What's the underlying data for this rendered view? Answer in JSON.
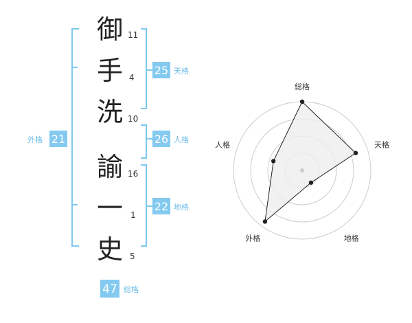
{
  "name": {
    "chars": [
      {
        "char": "御",
        "strokes": "11"
      },
      {
        "char": "手",
        "strokes": "4"
      },
      {
        "char": "洗",
        "strokes": "10"
      },
      {
        "char": "諭",
        "strokes": "16"
      },
      {
        "char": "一",
        "strokes": "1"
      },
      {
        "char": "史",
        "strokes": "5"
      }
    ]
  },
  "kakusu": {
    "tenkaku": {
      "value": "25",
      "label": "天格"
    },
    "jinkaku": {
      "value": "26",
      "label": "人格"
    },
    "chikaku": {
      "value": "22",
      "label": "地格"
    },
    "gaikaku": {
      "value": "21",
      "label": "外格"
    },
    "soukaku": {
      "value": "47",
      "label": "総格"
    }
  },
  "colors": {
    "bracket": "#7ec8ee",
    "badge_bg": "#84caf0",
    "badge_text": "#ffffff",
    "label_text": "#6dbbe8",
    "char_text": "#222222",
    "radar_ring": "#cccccc",
    "radar_fill": "#eeeeee",
    "radar_line": "#222222"
  },
  "chart_data": {
    "type": "radar",
    "axes": [
      "総格",
      "天格",
      "地格",
      "外格",
      "人格"
    ],
    "values": [
      5,
      4.1,
      1.1,
      4.6,
      2.2
    ],
    "rlim": [
      0,
      5
    ],
    "rings": 4
  }
}
